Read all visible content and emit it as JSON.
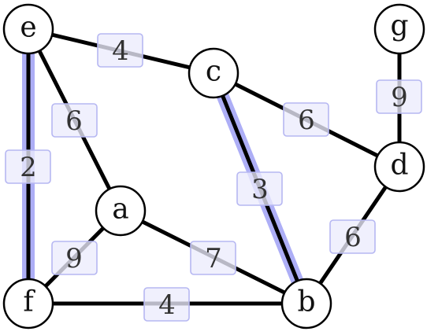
{
  "graph": {
    "colors": {
      "edge": "#000000",
      "highlight": "#a9aaf6",
      "node_fill": "#ffffff",
      "weight_box_fill": "#ececfc",
      "weight_box_stroke": "#b6b7f2"
    },
    "nodes": {
      "e": "e",
      "g": "g",
      "c": "c",
      "d": "d",
      "a": "a",
      "f": "f",
      "b": "b"
    },
    "edges": [
      {
        "from": "e",
        "to": "c",
        "weight": "4",
        "highlighted": false
      },
      {
        "from": "e",
        "to": "a",
        "weight": "6",
        "highlighted": false
      },
      {
        "from": "e",
        "to": "f",
        "weight": "2",
        "highlighted": true
      },
      {
        "from": "c",
        "to": "d",
        "weight": "6",
        "highlighted": false
      },
      {
        "from": "c",
        "to": "b",
        "weight": "3",
        "highlighted": true
      },
      {
        "from": "g",
        "to": "d",
        "weight": "9",
        "highlighted": false
      },
      {
        "from": "d",
        "to": "b",
        "weight": "6",
        "highlighted": false
      },
      {
        "from": "a",
        "to": "f",
        "weight": "9",
        "highlighted": false
      },
      {
        "from": "a",
        "to": "b",
        "weight": "7",
        "highlighted": false
      },
      {
        "from": "f",
        "to": "b",
        "weight": "4",
        "highlighted": false
      }
    ]
  }
}
